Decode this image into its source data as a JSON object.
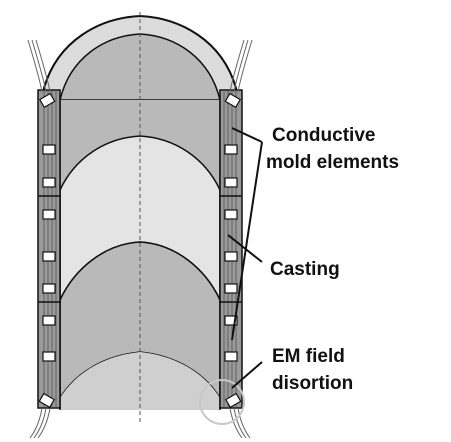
{
  "labels": {
    "conductive_line1": "Conductive",
    "conductive_line2": "mold elements",
    "casting": "Casting",
    "em_line1": "EM field",
    "em_line2": "disortion"
  },
  "colors": {
    "casting_dark": "#b9b9b9",
    "casting_light": "#e4e4e4",
    "mold_wall": "#9a9a9a",
    "insulator": "#ffffff",
    "outline": "#111111",
    "highlight_circle": "#c8c8c8"
  }
}
